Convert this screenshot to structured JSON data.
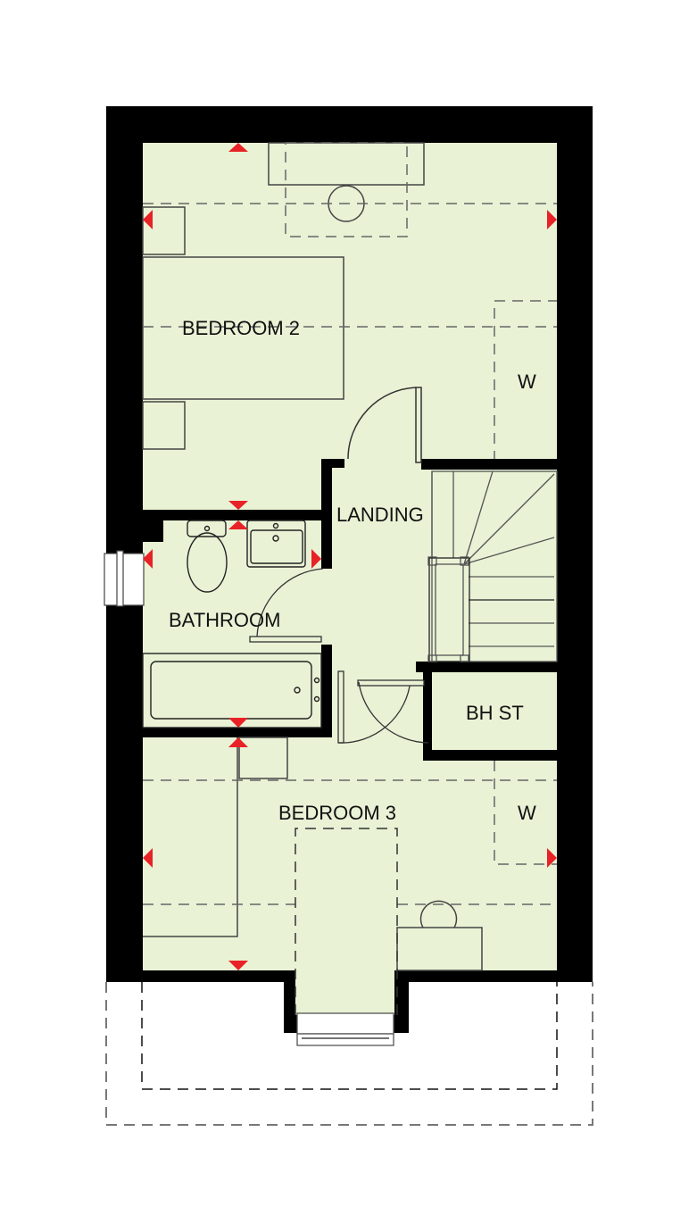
{
  "floorplan": {
    "colors": {
      "wall": "#000000",
      "floor": "#e9f2d5",
      "arrow": "#e82226",
      "line": "#333333",
      "dash": "#777777",
      "background": "#ffffff"
    },
    "rooms": {
      "bedroom2": "BEDROOM 2",
      "bedroom3": "BEDROOM 3",
      "landing": "LANDING",
      "bathroom": "BATHROOM",
      "bh_st": "BH ST",
      "wardrobe_upper": "W",
      "wardrobe_lower": "W"
    },
    "icons": {
      "dimension_arrow": "red-triangle",
      "window": "window-frame",
      "door": "door-swing-arc",
      "stairs": "staircase",
      "toilet": "toilet",
      "basin": "basin",
      "bath": "bathtub",
      "bed": "bed",
      "desk": "desk",
      "chair": "chair"
    }
  }
}
